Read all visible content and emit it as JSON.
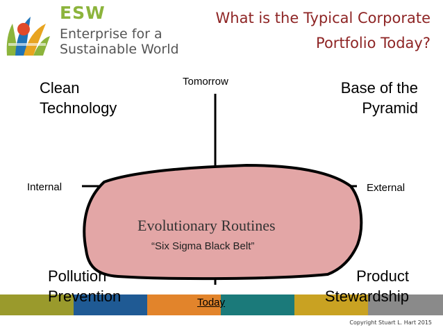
{
  "logo": {
    "acronym": "ESW",
    "line1": "Enterprise for a",
    "line2": "Sustainable World"
  },
  "title": {
    "line1": "What is the Typical Corporate",
    "line2": "Portfolio Today?"
  },
  "quadrants": {
    "top_left": [
      "Clean",
      "Technology"
    ],
    "top_right": [
      "Base of the",
      "Pyramid"
    ],
    "bottom_left": [
      "Pollution",
      "Prevention"
    ],
    "bottom_right": [
      "Product",
      "Stewardship"
    ]
  },
  "axes": {
    "top": "Tomorrow",
    "bottom": "Today",
    "left": "Internal",
    "right": "External"
  },
  "blob": {
    "title": "Evolutionary Routines",
    "subtitle": "“Six Sigma Black Belt”",
    "fill": "#e3a6a6"
  },
  "colors": {
    "title": "#8e2525",
    "brand_green": "#8cb43c",
    "bar": [
      "#9a9a2c",
      "#1f5a94",
      "#e2842b",
      "#1b7a7a",
      "#c9a222",
      "#8a8a8a"
    ]
  },
  "copyright": "Copyright Stuart L. Hart 2015"
}
